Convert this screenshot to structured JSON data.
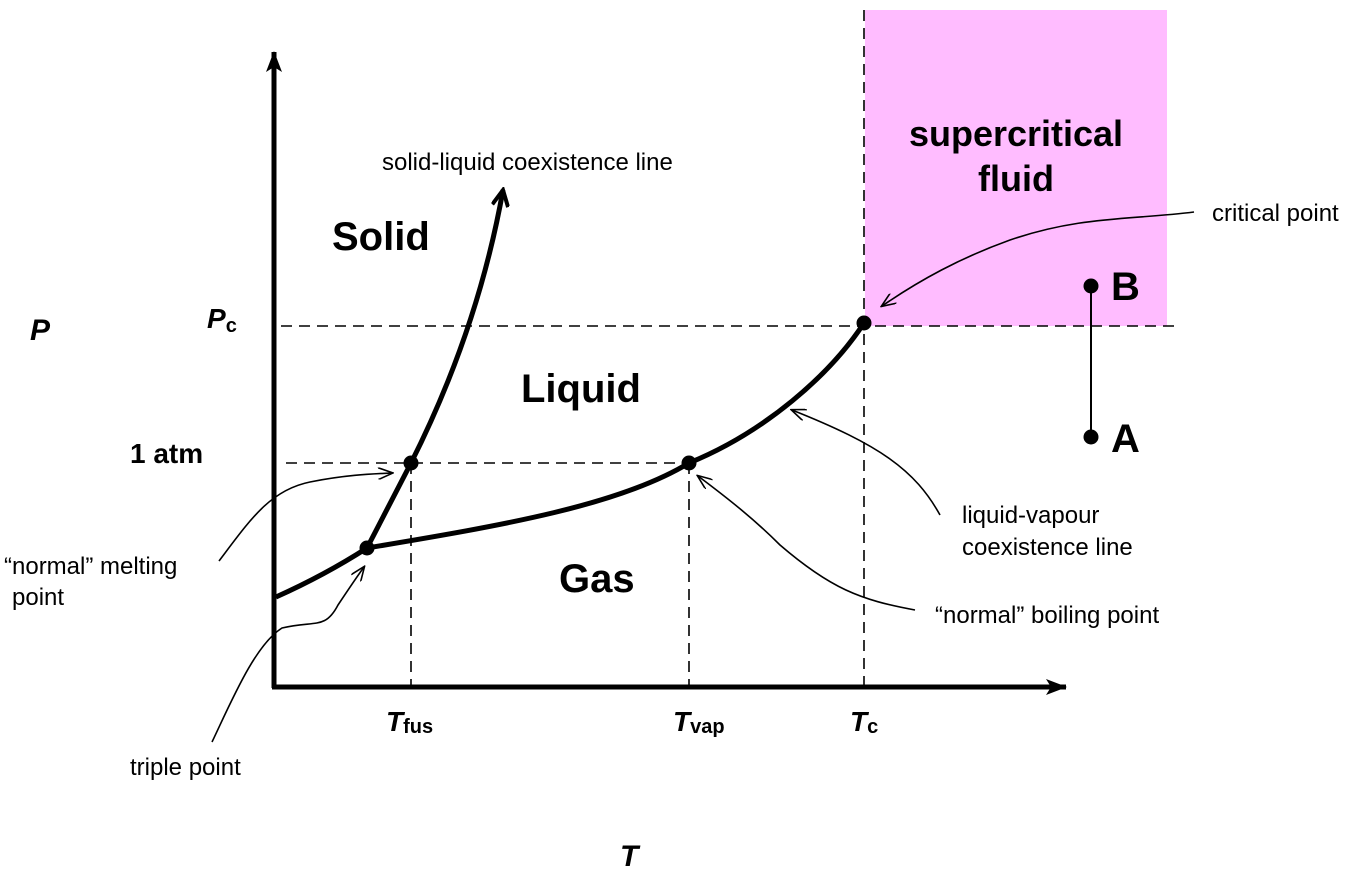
{
  "axes": {
    "y_variable": "P",
    "x_variable": "T"
  },
  "y_ticks": {
    "critical_pressure": {
      "main": "P",
      "sub": "c"
    },
    "one_atm": "1 atm"
  },
  "x_ticks": {
    "fusion": {
      "main": "T",
      "sub": "fus"
    },
    "vaporization": {
      "main": "T",
      "sub": "vap"
    },
    "critical": {
      "main": "T",
      "sub": "c"
    }
  },
  "regions": {
    "solid": "Solid",
    "liquid": "Liquid",
    "gas": "Gas",
    "supercritical_line1": "supercritical",
    "supercritical_line2": "fluid"
  },
  "annotations": {
    "solid_liquid_line": "solid-liquid coexistence line",
    "critical_point": "critical point",
    "liquid_vapour_line1": "liquid-vapour",
    "liquid_vapour_line2": "coexistence line",
    "normal_boiling_point": "“normal” boiling point",
    "normal_melting_line1": "“normal” melting",
    "normal_melting_line2": "point",
    "triple_point": "triple point"
  },
  "points": {
    "a": "A",
    "b": "B"
  },
  "colors": {
    "supercritical_fill": "#ffbcff",
    "ink": "#000000"
  }
}
